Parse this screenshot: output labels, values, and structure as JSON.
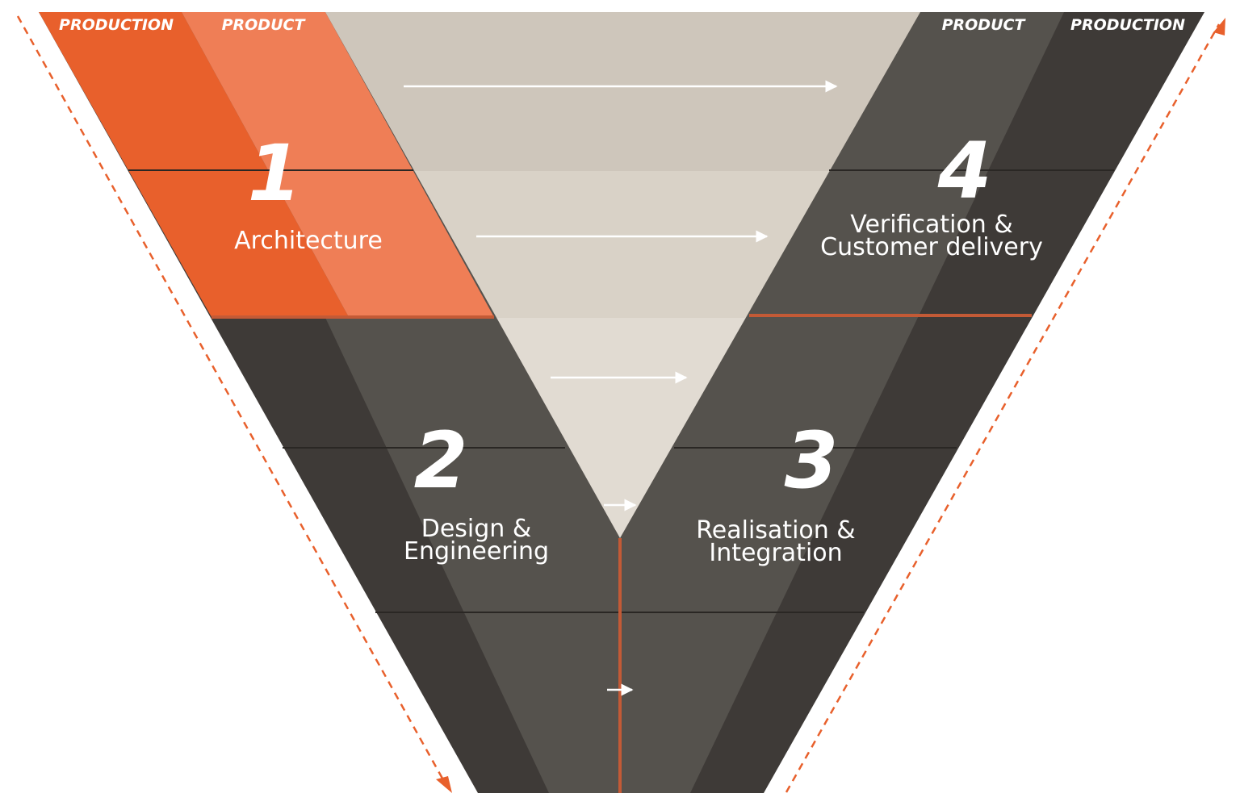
{
  "colors": {
    "orange_dark": "#E8602C",
    "orange_light": "#EF7E56",
    "gray_dark": "#3E3A37",
    "gray_mid": "#55524D",
    "beige_top": "#CEC6BB",
    "beige_mid": "#D9D2C7",
    "beige_low": "#E1DBD2",
    "accent_line": "#C35A36",
    "arrow": "#FFFFFF"
  },
  "headers": {
    "left_outer": "PRODUCTION",
    "left_inner": "PRODUCT",
    "right_inner": "PRODUCT",
    "right_outer": "PRODUCTION"
  },
  "phases": [
    {
      "number": "1",
      "lines": [
        "Architecture"
      ]
    },
    {
      "number": "2",
      "lines": [
        "Design &",
        "Engineering"
      ]
    },
    {
      "number": "3",
      "lines": [
        "Realisation &",
        "Integration"
      ]
    },
    {
      "number": "4",
      "lines": [
        "Verification &",
        "Customer delivery"
      ]
    }
  ],
  "icons": {
    "flow_arrows": "right-arrow-icon",
    "side_arrows": "dashed-arrow-icon"
  }
}
